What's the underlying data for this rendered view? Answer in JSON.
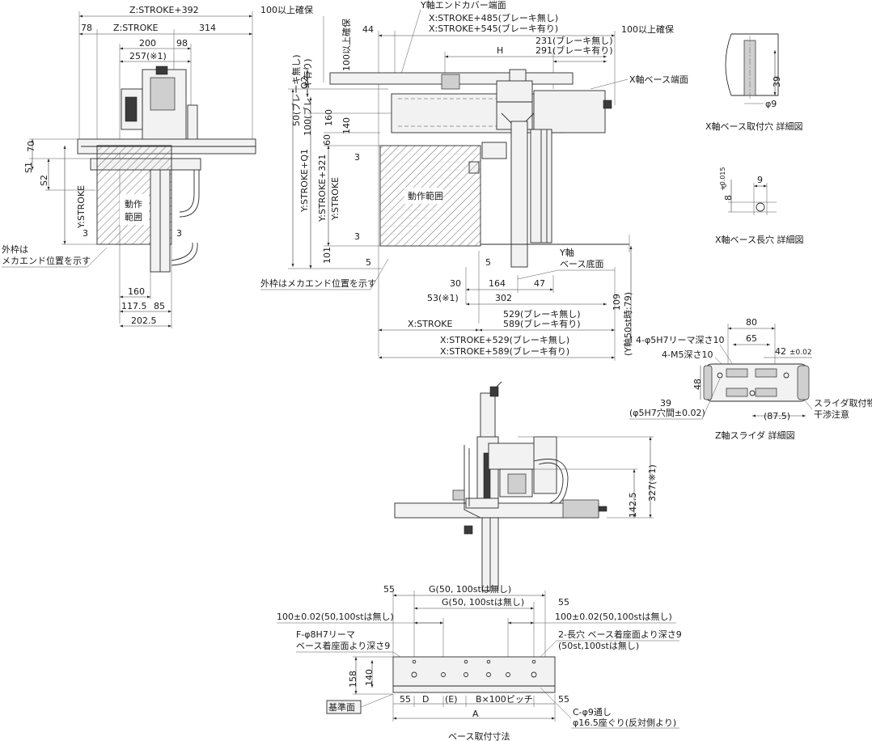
{
  "top_left": {
    "z_total": "Z:STROKE+392",
    "clearance_top": "100以上確保",
    "d78": "78",
    "z_stroke": "Z:STROKE",
    "d314": "314",
    "d200": "200",
    "d98": "98",
    "d257": "257(※1)",
    "s1": "S1",
    "d70": "70",
    "s2": "S2",
    "y_stroke": "Y:STROKE",
    "d3_left": "3",
    "d3_right": "3",
    "range_line1": "動作",
    "range_line2": "範囲",
    "outer_note_line1": "外枠は",
    "outer_note_line2": "メカエンド位置を示す",
    "d160": "160",
    "d117_5": "117.5",
    "d85": "85",
    "d202_5": "202.5"
  },
  "top_center": {
    "y_end_cover": "Y軸エンドカバー端面",
    "x_485": "X:STROKE+485(ブレーキ無し)",
    "x_545": "X:STROKE+545(ブレーキ有り)",
    "d44": "44",
    "d231": "231(ブレーキ無し)",
    "d291": "291(ブレーキ有り)",
    "clearance_right": "100以上確保",
    "h_label": "H",
    "brake_50": "50(ブレーキ無し)",
    "brake_100": "100(ブレーキ有り)",
    "clearance_vertical": "100以上確保",
    "q2": "Q2",
    "y_q1": "Y:STROKE+Q1",
    "y_321": "Y:STROKE+321",
    "y_stroke_inner": "Y:STROKE",
    "d160": "160",
    "d140": "140",
    "d60": "60",
    "d3_a": "3",
    "d3_b": "3",
    "d101": "101",
    "x_base_end": "X軸ベース端面",
    "range": "動作範囲",
    "y_base_bottom_1": "Y軸",
    "y_base_bottom_2": "ベース底面",
    "d5_left": "5",
    "d5_right": "5",
    "outer_note": "外枠はメカエンド位置を示す",
    "d30": "30",
    "d164": "164",
    "d47": "47",
    "d53": "53(※1)",
    "d302": "302",
    "d529": "529(ブレーキ無し)",
    "d589": "589(ブレーキ有り)",
    "x_stroke": "X:STROKE",
    "x_529": "X:STROKE+529(ブレーキ無し)",
    "x_589": "X:STROKE+589(ブレーキ有り)",
    "d109": "109",
    "d109_note": "(Y軸50st時:79)"
  },
  "right_details": {
    "hole_d39": "39",
    "hole_phi9": "φ9",
    "hole_title": "X軸ベース取付穴 詳細図",
    "slot_tol": "+0.015",
    "slot_tol0": "0",
    "slot_d8": "8",
    "slot_d9": "9",
    "slot_title": "X軸ベース長穴 詳細図",
    "sl_d80": "80",
    "sl_d65": "65",
    "sl_reamer": "4-φ5H7リーマ深さ10",
    "sl_m5": "4-M5深さ10",
    "sl_d42": "42",
    "sl_d42_tol": "±0.02",
    "sl_d48": "48",
    "sl_d39": "39",
    "sl_d39_note": "(φ5H7穴間±0.02)",
    "sl_d87_5": "(87.5)",
    "sl_note1": "スライダ取付物",
    "sl_note2": "干渉注意",
    "sl_title": "Z軸スライダ 詳細図"
  },
  "side_view": {
    "d327": "327(※1)",
    "d142_5": "142.5"
  },
  "base_view": {
    "d55_a": "55",
    "g1": "G(50, 100stは無し)",
    "g2": "G(50, 100stは無し)",
    "d55_b": "55",
    "tol_left": "100±0.02(50,100stは無し)",
    "tol_right": "100±0.02(50,100stは無し)",
    "reamer_line1": "F-φ8H7リーマ",
    "reamer_line2": "ベース着座面より深さ9",
    "slot_line1": "2-長穴 ベース着座面より深さ9",
    "slot_line2": "(50st,100stは無し)",
    "d158": "158",
    "d140": "140",
    "ref_face": "基準面",
    "d55_c": "55",
    "d_label": "D",
    "e_label": "(E)",
    "b_pitch": "B×100ピッチ",
    "d55_d": "55",
    "a_label": "A",
    "c_line1": "C-φ9通し",
    "c_line2": "φ16.5座ぐり(反対側より)",
    "title": "ベース取付寸法"
  }
}
